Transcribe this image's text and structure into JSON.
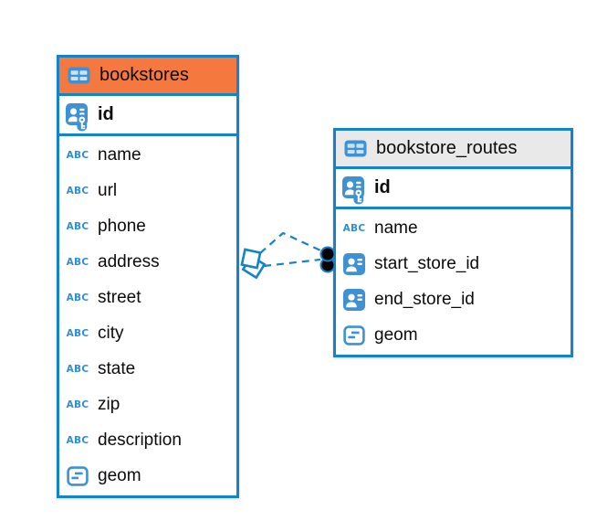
{
  "diagram": {
    "type": "entity-relationship",
    "colors": {
      "table_border": "#1583c7",
      "icon_blue": "#3e92d3",
      "abc_icon_blue": "#2e8fd0",
      "bookstores_header": "#f5793e",
      "routes_header": "#e9e9e9",
      "relationship_line": "#1583c7",
      "endpoint_dot_fill": "#000000",
      "canvas_background": "#ffffff"
    },
    "tables": [
      {
        "name": "bookstores",
        "primary_key": "id",
        "columns": [
          {
            "name": "name",
            "type": "text"
          },
          {
            "name": "url",
            "type": "text"
          },
          {
            "name": "phone",
            "type": "text"
          },
          {
            "name": "address",
            "type": "text"
          },
          {
            "name": "street",
            "type": "text"
          },
          {
            "name": "city",
            "type": "text"
          },
          {
            "name": "state",
            "type": "text"
          },
          {
            "name": "zip",
            "type": "text"
          },
          {
            "name": "description",
            "type": "text"
          },
          {
            "name": "geom",
            "type": "object"
          }
        ]
      },
      {
        "name": "bookstore_routes",
        "primary_key": "id",
        "columns": [
          {
            "name": "name",
            "type": "text"
          },
          {
            "name": "start_store_id",
            "type": "reference"
          },
          {
            "name": "end_store_id",
            "type": "reference"
          },
          {
            "name": "geom",
            "type": "object"
          }
        ]
      }
    ],
    "relationships": [
      {
        "from_table": "bookstore_routes",
        "to_table": "bookstores",
        "line_style": "dashed"
      },
      {
        "from_table": "bookstore_routes",
        "to_table": "bookstores",
        "line_style": "dashed"
      }
    ],
    "icons": {
      "abc_label": "ABC"
    }
  }
}
